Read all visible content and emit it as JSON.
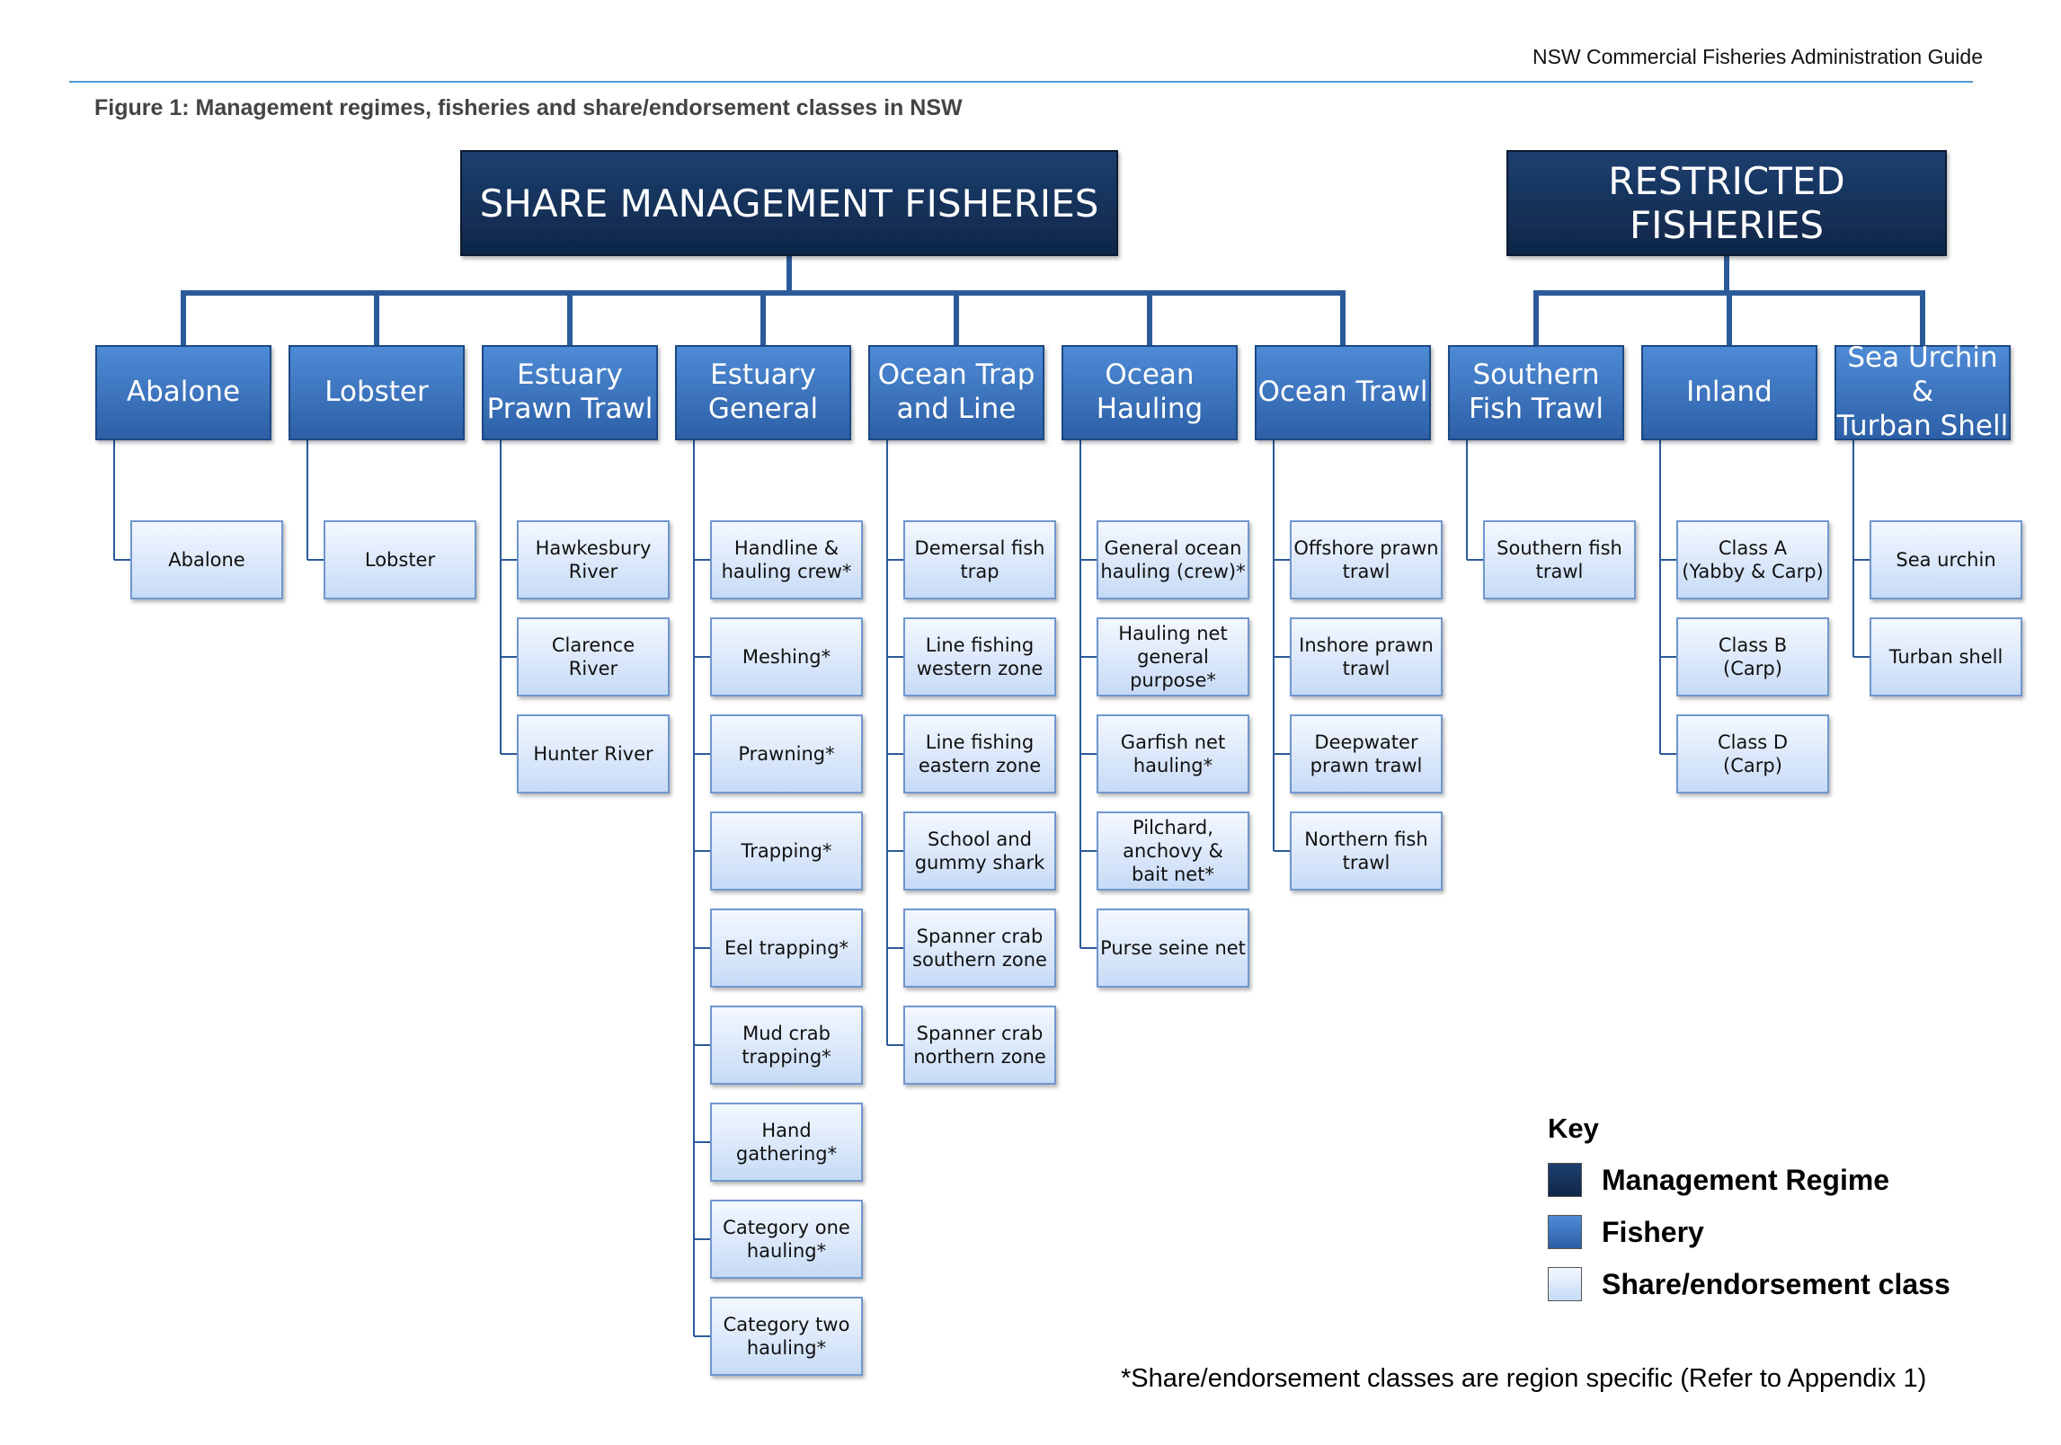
{
  "header": {
    "doc_title": "NSW Commercial Fisheries Administration Guide",
    "figure_title": "Figure 1: Management regimes, fisheries and share/endorsement classes in NSW"
  },
  "colors": {
    "regime": "#14305a",
    "fishery": "#3b72bd",
    "class": "#dbe8fb",
    "connector": "#2b5a99"
  },
  "regimes": [
    {
      "label": "SHARE MANAGEMENT FISHERIES",
      "fisheries": [
        {
          "label": "Abalone",
          "classes": [
            "Abalone"
          ]
        },
        {
          "label": "Lobster",
          "classes": [
            "Lobster"
          ]
        },
        {
          "label": "Estuary\nPrawn Trawl",
          "classes": [
            "Hawkesbury\nRiver",
            "Clarence\nRiver",
            "Hunter River"
          ]
        },
        {
          "label": "Estuary\nGeneral",
          "classes": [
            "Handline &\nhauling crew*",
            "Meshing*",
            "Prawning*",
            "Trapping*",
            "Eel trapping*",
            "Mud crab\ntrapping*",
            "Hand gathering*",
            "Category one\nhauling*",
            "Category two\nhauling*"
          ]
        },
        {
          "label": "Ocean Trap\nand Line",
          "classes": [
            "Demersal  fish\ntrap",
            "Line fishing\nwestern zone",
            "Line fishing\neastern zone",
            "School and\ngummy shark",
            "Spanner crab\nsouthern zone",
            "Spanner crab\nnorthern zone"
          ]
        },
        {
          "label": "Ocean\nHauling",
          "classes": [
            "General ocean\nhauling (crew)*",
            "Hauling net\ngeneral\npurpose*",
            "Garfish net\nhauling*",
            "Pilchard,\nanchovy &\nbait net*",
            "Purse seine net"
          ]
        },
        {
          "label": "Ocean Trawl",
          "classes": [
            "Offshore prawn\ntrawl",
            "Inshore prawn\ntrawl",
            "Deepwater\nprawn trawl",
            "Northern fish\ntrawl"
          ]
        }
      ]
    },
    {
      "label": "RESTRICTED FISHERIES",
      "fisheries": [
        {
          "label": "Southern\nFish Trawl",
          "classes": [
            "Southern fish\ntrawl"
          ]
        },
        {
          "label": "Inland",
          "classes": [
            "Class A\n(Yabby & Carp)",
            "Class B\n(Carp)",
            "Class D\n(Carp)"
          ]
        },
        {
          "label": "Sea Urchin &\nTurban Shell",
          "classes": [
            "Sea urchin",
            "Turban shell"
          ]
        }
      ]
    }
  ],
  "key": {
    "title": "Key",
    "items": [
      {
        "label": "Management Regime",
        "color": "#14305a"
      },
      {
        "label": "Fishery",
        "color": "#3b72bd"
      },
      {
        "label": "Share/endorsement class",
        "color": "#dbe8fb"
      }
    ]
  },
  "footnote": "*Share/endorsement classes are region specific (Refer to Appendix 1)"
}
